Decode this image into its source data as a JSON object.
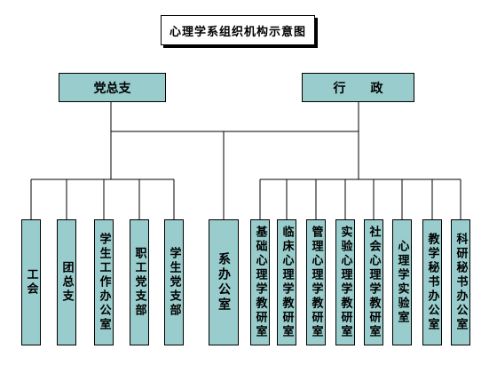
{
  "title": "心理学系组织机构示意图",
  "top_units": {
    "party": "党总支",
    "admin": "行　　政"
  },
  "party_units": [
    "工会",
    "团总支",
    "学生工作办公室",
    "职工党支部",
    "学生党支部"
  ],
  "middle_unit": "系办公室",
  "admin_units": [
    "基础心理学教研室",
    "临床心理学教研室",
    "管理心理学教研室",
    "实验心理学教研室",
    "社会心理学教研室",
    "心理学实验室",
    "教学秘书办公室",
    "科研秘书办公室"
  ],
  "colors": {
    "box_fill": "#99cccc",
    "line": "#000000",
    "background": "#ffffff"
  }
}
